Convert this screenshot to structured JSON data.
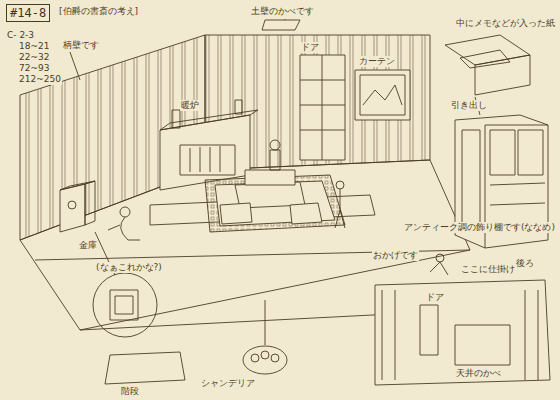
{
  "diagram": {
    "title": "#14-8",
    "labels": [
      "[伯爵の書斎の考え]",
      "C- 2-3",
      "18~21",
      "22~32",
      "72~93",
      "212~250",
      "柄壁です",
      "土壁のかべです",
      "金庫",
      "(なぁこれかな?)",
      "ドア",
      "カーテン",
      "暖炉",
      "引き出し",
      "中にメモなどが入った紙",
      "アンティーク調の飾り棚です(ななめ)",
      "おかげです",
      "ドア",
      "ここに仕掛け",
      "天井のかべ",
      "後ろ",
      "階段",
      "シャンデリア"
    ]
  }
}
